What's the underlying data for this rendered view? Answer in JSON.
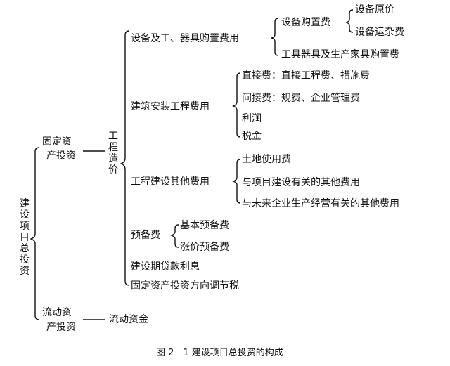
{
  "diagram": {
    "root": "建设项目总投资",
    "fixed_assets": "固定资产投资",
    "fixed_assets_line1": "固定资",
    "fixed_assets_line2": "产投资",
    "project_cost": "工程造价",
    "equipment": {
      "label": "设备及工、器具购置费用",
      "purchase": "设备购置费",
      "original_price": "设备原价",
      "transport": "设备运杂费",
      "tools": "工具器具及生产家具购置费"
    },
    "construction": {
      "label": "建筑安装工程费用",
      "direct": "直接费：直接工程费、措施费",
      "indirect": "间接费：规费、企业管理费",
      "profit": "利润",
      "tax": "税金"
    },
    "other": {
      "label": "工程建设其他费用",
      "land": "土地使用费",
      "related": "与项目建设有关的其他费用",
      "future": "与未来企业生产经营有关的其他费用"
    },
    "reserve": {
      "label": "预备费",
      "basic": "基本预备费",
      "price": "涨价预备费"
    },
    "interest": "建设期贷款利息",
    "tax_adjust": "固定资产投资方向调节税",
    "working_capital": "流动资产投资",
    "working_capital_line1": "流动资",
    "working_capital_line2": "产投资",
    "working_fund": "流动资金"
  },
  "caption": "图 2—1  建设项目总投资的构成"
}
